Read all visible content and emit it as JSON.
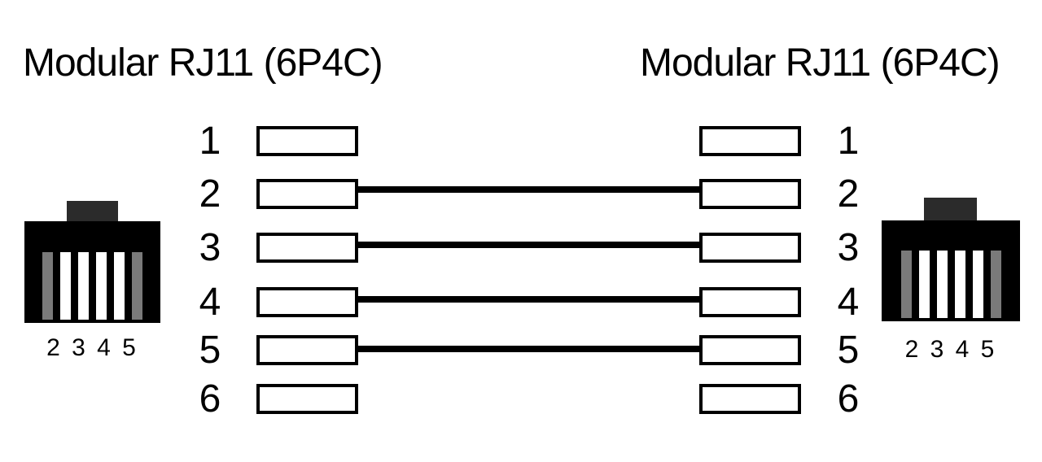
{
  "left": {
    "title": "Modular RJ11 (6P4C)",
    "plug_label": "2 3 4 5"
  },
  "right": {
    "title": "Modular RJ11 (6P4C)",
    "plug_label": "2 3 4 5"
  },
  "pins": [
    {
      "number": "1",
      "connected": false
    },
    {
      "number": "2",
      "connected": true
    },
    {
      "number": "3",
      "connected": true
    },
    {
      "number": "4",
      "connected": true
    },
    {
      "number": "5",
      "connected": true
    },
    {
      "number": "6",
      "connected": false
    }
  ],
  "connections": [
    {
      "left_pin": "2",
      "right_pin": "2"
    },
    {
      "left_pin": "3",
      "right_pin": "3"
    },
    {
      "left_pin": "4",
      "right_pin": "4"
    },
    {
      "left_pin": "5",
      "right_pin": "5"
    }
  ],
  "colors": {
    "line": "#000000",
    "connector-body": "#000000",
    "connector-tab": "#2b2b2b",
    "slot-gray": "#7a7a7a",
    "slot-white": "#ffffff",
    "background": "#ffffff",
    "text": "#000000"
  }
}
